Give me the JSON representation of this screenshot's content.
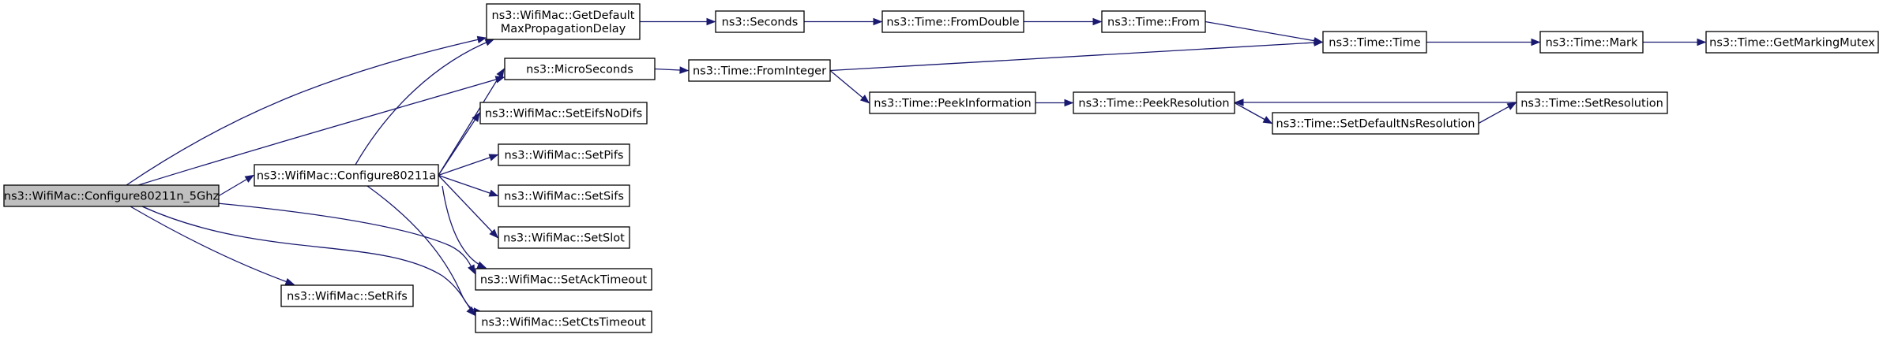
{
  "graph": {
    "nodes": [
      {
        "id": "configure80211n_5ghz",
        "lines": [
          "ns3::WifiMac::Configure80211n_5Ghz"
        ],
        "root": true
      },
      {
        "id": "configure80211a",
        "lines": [
          "ns3::WifiMac::Configure80211a"
        ]
      },
      {
        "id": "get_default_max_prop_delay",
        "lines": [
          "ns3::WifiMac::GetDefault",
          "MaxPropagationDelay"
        ]
      },
      {
        "id": "microseconds",
        "lines": [
          "ns3::MicroSeconds"
        ]
      },
      {
        "id": "set_eifs_no_difs",
        "lines": [
          "ns3::WifiMac::SetEifsNoDifs"
        ]
      },
      {
        "id": "set_pifs",
        "lines": [
          "ns3::WifiMac::SetPifs"
        ]
      },
      {
        "id": "set_sifs",
        "lines": [
          "ns3::WifiMac::SetSifs"
        ]
      },
      {
        "id": "set_slot",
        "lines": [
          "ns3::WifiMac::SetSlot"
        ]
      },
      {
        "id": "set_ack_timeout",
        "lines": [
          "ns3::WifiMac::SetAckTimeout"
        ]
      },
      {
        "id": "set_cts_timeout",
        "lines": [
          "ns3::WifiMac::SetCtsTimeout"
        ]
      },
      {
        "id": "set_rifs",
        "lines": [
          "ns3::WifiMac::SetRifs"
        ]
      },
      {
        "id": "seconds",
        "lines": [
          "ns3::Seconds"
        ]
      },
      {
        "id": "time_from_double",
        "lines": [
          "ns3::Time::FromDouble"
        ]
      },
      {
        "id": "time_from",
        "lines": [
          "ns3::Time::From"
        ]
      },
      {
        "id": "time_time",
        "lines": [
          "ns3::Time::Time"
        ]
      },
      {
        "id": "time_mark",
        "lines": [
          "ns3::Time::Mark"
        ]
      },
      {
        "id": "time_get_marking_mutex",
        "lines": [
          "ns3::Time::GetMarkingMutex"
        ]
      },
      {
        "id": "time_from_integer",
        "lines": [
          "ns3::Time::FromInteger"
        ]
      },
      {
        "id": "time_peek_information",
        "lines": [
          "ns3::Time::PeekInformation"
        ]
      },
      {
        "id": "time_peek_resolution",
        "lines": [
          "ns3::Time::PeekResolution"
        ]
      },
      {
        "id": "time_set_default_ns_resolution",
        "lines": [
          "ns3::Time::SetDefaultNsResolution"
        ]
      },
      {
        "id": "time_set_resolution",
        "lines": [
          "ns3::Time::SetResolution"
        ]
      }
    ],
    "edges": [
      [
        "configure80211n_5ghz",
        "configure80211a"
      ],
      [
        "configure80211n_5ghz",
        "get_default_max_prop_delay"
      ],
      [
        "configure80211n_5ghz",
        "microseconds"
      ],
      [
        "configure80211n_5ghz",
        "set_rifs"
      ],
      [
        "configure80211n_5ghz",
        "set_ack_timeout"
      ],
      [
        "configure80211n_5ghz",
        "set_cts_timeout"
      ],
      [
        "configure80211a",
        "get_default_max_prop_delay"
      ],
      [
        "configure80211a",
        "microseconds"
      ],
      [
        "configure80211a",
        "set_eifs_no_difs"
      ],
      [
        "configure80211a",
        "set_pifs"
      ],
      [
        "configure80211a",
        "set_sifs"
      ],
      [
        "configure80211a",
        "set_slot"
      ],
      [
        "configure80211a",
        "set_ack_timeout"
      ],
      [
        "configure80211a",
        "set_cts_timeout"
      ],
      [
        "get_default_max_prop_delay",
        "seconds"
      ],
      [
        "seconds",
        "time_from_double"
      ],
      [
        "time_from_double",
        "time_from"
      ],
      [
        "time_from",
        "time_time"
      ],
      [
        "time_time",
        "time_mark"
      ],
      [
        "time_mark",
        "time_get_marking_mutex"
      ],
      [
        "microseconds",
        "time_from_integer"
      ],
      [
        "time_from_integer",
        "time_time"
      ],
      [
        "time_from_integer",
        "time_peek_information"
      ],
      [
        "time_peek_information",
        "time_peek_resolution"
      ],
      [
        "time_peek_resolution",
        "time_set_default_ns_resolution"
      ],
      [
        "time_set_default_ns_resolution",
        "time_set_resolution"
      ],
      [
        "time_set_resolution",
        "time_peek_resolution"
      ]
    ]
  },
  "colors": {
    "edge": "#191970",
    "root_fill": "#bfbfbf",
    "node_fill": "#ffffff",
    "node_stroke": "#000000"
  }
}
